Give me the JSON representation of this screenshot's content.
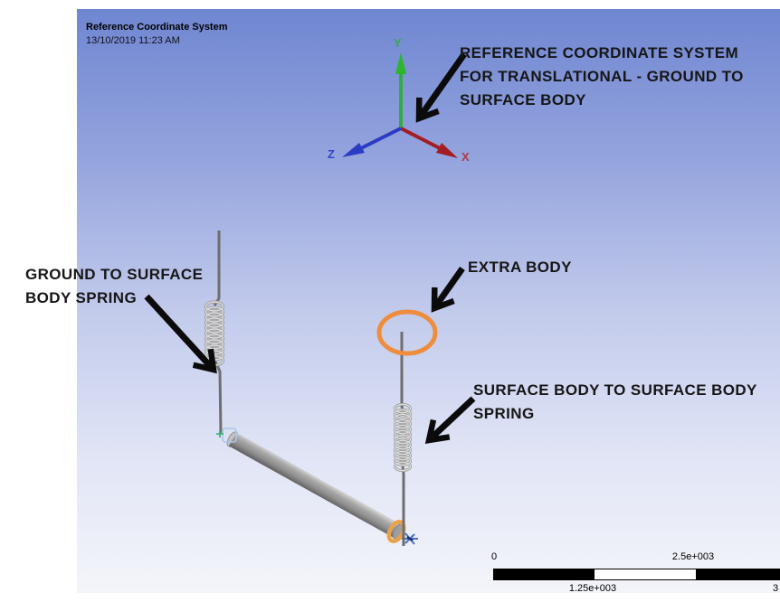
{
  "header": {
    "title": "Reference Coordinate System",
    "timestamp": "13/10/2019 11:23 AM"
  },
  "triad": {
    "x_label": "X",
    "y_label": "Y",
    "z_label": "Z",
    "x_color": "#a31d22",
    "y_color": "#2fae3e",
    "z_color": "#2b3cc4"
  },
  "annotations": {
    "reference_line1": "REFERENCE COORDINATE SYSTEM",
    "reference_line2": "FOR TRANSLATIONAL - GROUND TO",
    "reference_line3": "SURFACE BODY",
    "ground_line1": "GROUND TO SURFACE",
    "ground_line2": "BODY SPRING",
    "extra_body": "EXTRA BODY",
    "surface_line1": "SURFACE BODY TO SURFACE BODY",
    "surface_line2": "SPRING"
  },
  "scale_bar": {
    "zero_label": "0",
    "max_label": "2.5e+003",
    "mid_label": "1.25e+003",
    "clipped_label": "3"
  },
  "colors": {
    "viewport_gradient_top": "#6f86d1",
    "viewport_gradient_bottom": "#f4f5fa",
    "annotation_arrow": "#0b0b0b",
    "highlight_orange": "#ed8d3d",
    "metal_gray": "#8e8e8e",
    "spring_coil": "#c6c6c6",
    "wire_gray": "#6e6e6e"
  }
}
